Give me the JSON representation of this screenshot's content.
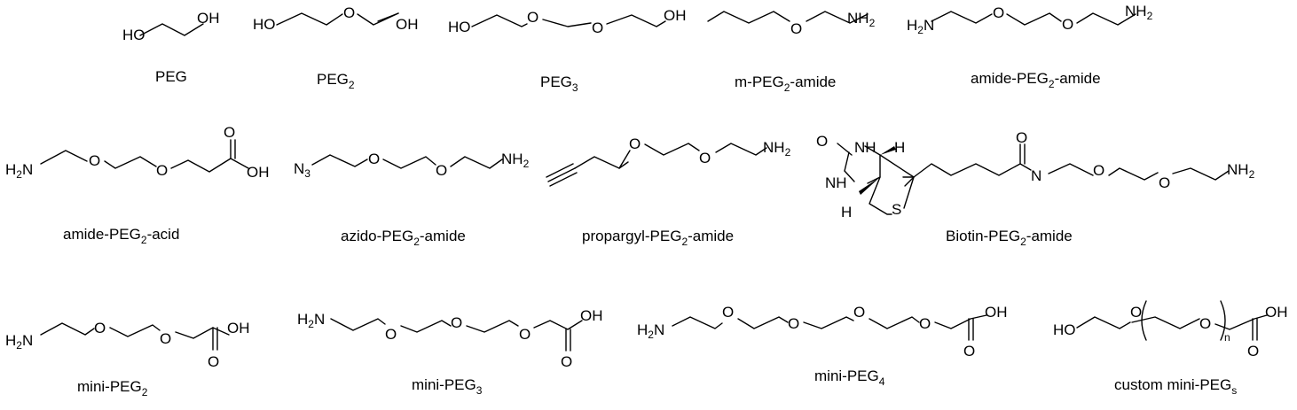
{
  "molecules": [
    {
      "name": "PEG",
      "base": "PEG",
      "sub": "",
      "suffix": ""
    },
    {
      "name": "PEG2",
      "base": "PEG",
      "sub": "2",
      "suffix": ""
    },
    {
      "name": "PEG3",
      "base": "PEG",
      "sub": "3",
      "suffix": ""
    },
    {
      "name": "m-PEG2-amide",
      "base": "m-PEG",
      "sub": "2",
      "suffix": "-amide"
    },
    {
      "name": "amide-PEG2-amide",
      "base": "amide-PEG",
      "sub": "2",
      "suffix": "-amide"
    },
    {
      "name": "amide-PEG2-acid",
      "base": "amide-PEG",
      "sub": "2",
      "suffix": "-acid"
    },
    {
      "name": "azido-PEG2-amide",
      "base": "azido-PEG",
      "sub": "2",
      "suffix": "-amide"
    },
    {
      "name": "propargyl-PEG2-amide",
      "base": "propargyl-PEG",
      "sub": "2",
      "suffix": "-amide"
    },
    {
      "name": "Biotin-PEG2-amide",
      "base": "Biotin-PEG",
      "sub": "2",
      "suffix": "-amide"
    },
    {
      "name": "mini-PEG2",
      "base": "mini-PEG",
      "sub": "2",
      "suffix": ""
    },
    {
      "name": "mini-PEG3",
      "base": "mini-PEG",
      "sub": "3",
      "suffix": ""
    },
    {
      "name": "mini-PEG4",
      "base": "mini-PEG",
      "sub": "4",
      "suffix": ""
    },
    {
      "name": "custom mini-PEGs",
      "base": "custom mini-PEG",
      "sub": "s",
      "suffix": ""
    }
  ],
  "atoms": {
    "O": "O",
    "OH": "OH",
    "HO": "HO",
    "H": "H",
    "N": "N",
    "NH": "NH",
    "N3_base": "N",
    "N3_sub": "3",
    "NH2_base": "NH",
    "NH2_sub": "2",
    "H2N_pre": "H",
    "H2N_sub": "2",
    "H2N_post": "N",
    "S": "S",
    "n": "n"
  }
}
